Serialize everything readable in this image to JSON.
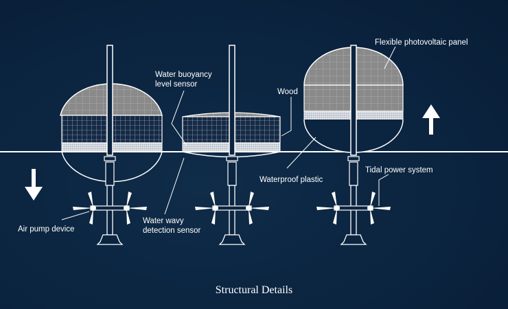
{
  "labels": {
    "water_buoyancy_line1": "Water buoyancy",
    "water_buoyancy_line2": "level sensor",
    "wood": "Wood",
    "flexible_pv": "Flexible photovoltaic panel",
    "waterproof_plastic": "Waterproof plastic",
    "tidal_power": "Tidal power system",
    "air_pump": "Air pump device",
    "water_wavy_line1": "Water wavy",
    "water_wavy_line2": "detection sensor"
  },
  "caption": "Structural Details",
  "colors": {
    "background": "#0b2440",
    "line": "#ffffff",
    "panel_gray": "#8c8c8c",
    "panel_grid": "#a8a8a8",
    "mesh": "#1a2f4a"
  }
}
